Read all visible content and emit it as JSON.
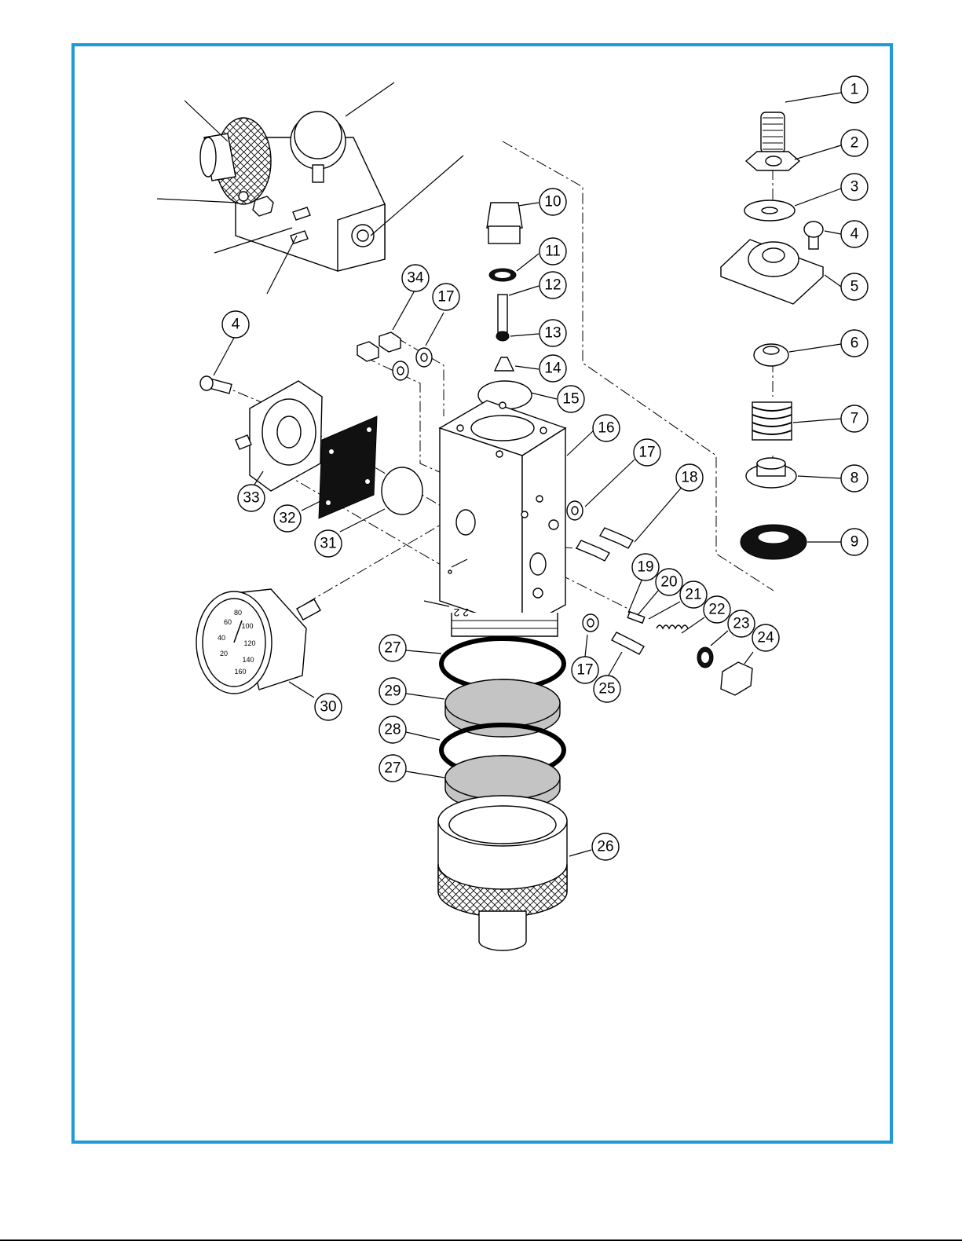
{
  "diagram": {
    "frame_color": "#1e9ad6",
    "callouts": [
      "1",
      "2",
      "3",
      "4",
      "5",
      "6",
      "7",
      "8",
      "9",
      "10",
      "11",
      "12",
      "13",
      "14",
      "15",
      "16",
      "17",
      "18",
      "19",
      "20",
      "21",
      "22",
      "23",
      "24",
      "25",
      "26",
      "27",
      "28",
      "29",
      "30",
      "31",
      "32",
      "33",
      "34"
    ],
    "labels": [
      {
        "id": "c1",
        "text": "1"
      },
      {
        "id": "c2",
        "text": "2"
      },
      {
        "id": "c3",
        "text": "3"
      },
      {
        "id": "c4a",
        "text": "4"
      },
      {
        "id": "c5",
        "text": "5"
      },
      {
        "id": "c6",
        "text": "6"
      },
      {
        "id": "c7",
        "text": "7"
      },
      {
        "id": "c8",
        "text": "8"
      },
      {
        "id": "c9",
        "text": "9"
      },
      {
        "id": "c10",
        "text": "10"
      },
      {
        "id": "c11",
        "text": "11"
      },
      {
        "id": "c12",
        "text": "12"
      },
      {
        "id": "c13",
        "text": "13"
      },
      {
        "id": "c14",
        "text": "14"
      },
      {
        "id": "c15",
        "text": "15"
      },
      {
        "id": "c16",
        "text": "16"
      },
      {
        "id": "c17a",
        "text": "17"
      },
      {
        "id": "c17b",
        "text": "17"
      },
      {
        "id": "c17c",
        "text": "17"
      },
      {
        "id": "c18",
        "text": "18"
      },
      {
        "id": "c19",
        "text": "19"
      },
      {
        "id": "c20",
        "text": "20"
      },
      {
        "id": "c21",
        "text": "21"
      },
      {
        "id": "c22",
        "text": "22"
      },
      {
        "id": "c23",
        "text": "23"
      },
      {
        "id": "c24",
        "text": "24"
      },
      {
        "id": "c25",
        "text": "25"
      },
      {
        "id": "c26",
        "text": "26"
      },
      {
        "id": "c27",
        "text": "27"
      },
      {
        "id": "c28a",
        "text": "28"
      },
      {
        "id": "c28b",
        "text": "28"
      },
      {
        "id": "c29",
        "text": "29"
      },
      {
        "id": "c30",
        "text": "30"
      },
      {
        "id": "c31",
        "text": "31"
      },
      {
        "id": "c32",
        "text": "32"
      },
      {
        "id": "c33",
        "text": "33"
      },
      {
        "id": "c34",
        "text": "34"
      },
      {
        "id": "c4b",
        "text": "4"
      }
    ],
    "gauge_scale": [
      "20",
      "40",
      "60",
      "80",
      "100",
      "120",
      "140",
      "160"
    ],
    "body_marking": "2 2"
  }
}
